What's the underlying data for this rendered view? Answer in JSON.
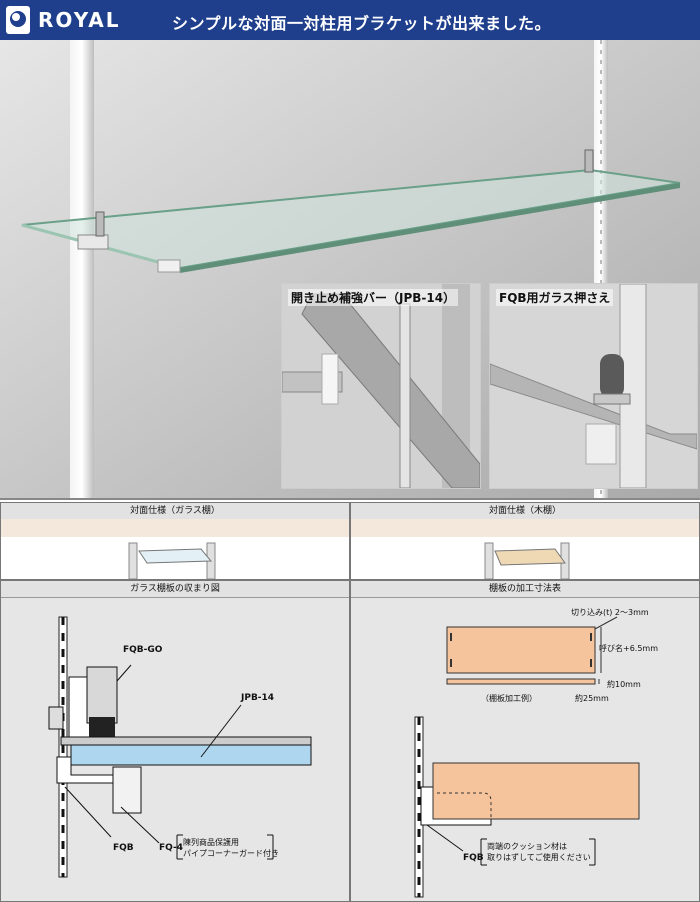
{
  "header": {
    "brand": "ROYAL",
    "tagline": "シンプルな対面一対柱用ブラケットが出来ました。",
    "bg_color": "#1f3f8c"
  },
  "photo": {
    "inset_left_title": "開き止め補強バー（JPB-14）",
    "inset_right_title": "FQB用ガラス押さえ"
  },
  "specs": {
    "glass_spec_title": "対面仕様（ガラス棚）",
    "wood_spec_title": "対面仕様（木棚）",
    "glass_section_title": "ガラス棚板の収まり図",
    "glass_section_labels": {
      "fqb_go": "FQB-GO",
      "jpb14": "JPB-14",
      "fqb": "FQB",
      "fq4": "FQ-4",
      "fq4_note_line1": "陳列商品保護用",
      "fq4_note_line2": "パイプコーナーガード付き"
    },
    "dimension_title": "棚板の加工寸法表",
    "dimension_labels": {
      "notch": "切り込み(t) 2〜3mm",
      "nominal": "呼び名+6.5mm",
      "approx10": "約10mm",
      "example": "（棚板加工例）",
      "approx25": "約25mm",
      "fqb": "FQB",
      "cushion_line1": "両端のクッション材は",
      "cushion_line2": "取りはずしてご使用ください"
    },
    "wood_color": "#f6c49c"
  }
}
